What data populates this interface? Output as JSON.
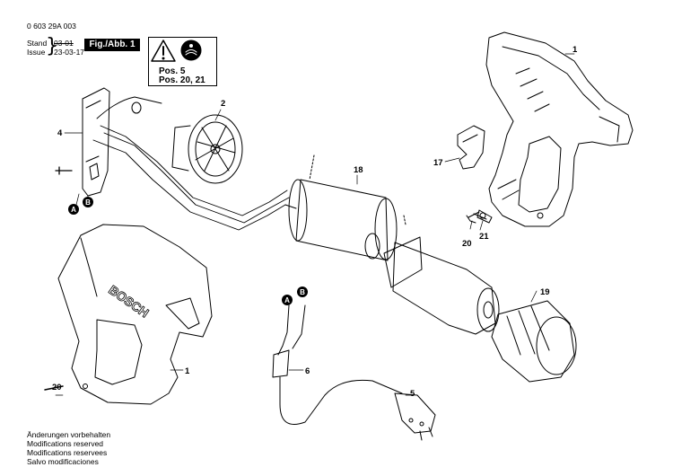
{
  "header": {
    "doc_number": "0 603 29A 003",
    "stand_label": "Stand",
    "stand_value": "03-01",
    "issue_label": "Issue",
    "issue_value": "23-03-17",
    "fig_label": "Fig./Abb. 1"
  },
  "warning": {
    "pos_line1": "Pos. 5",
    "pos_line2": "Pos. 20, 21"
  },
  "callouts": {
    "c1a": "1",
    "c2": "2",
    "c4": "4",
    "c17": "17",
    "c18": "18",
    "c20a": "20",
    "c21": "21",
    "c19": "19",
    "c1b": "1",
    "c6": "6",
    "c20b": "20",
    "c5": "5",
    "markerA1": "A",
    "markerB1": "B",
    "markerA2": "A",
    "markerB2": "B"
  },
  "housing_brand": "BOSCH",
  "footer": {
    "notes": [
      "Änderungen vorbehalten",
      "Modifications reserved",
      "Modifications reservees",
      "Salvo modificaciones"
    ]
  }
}
